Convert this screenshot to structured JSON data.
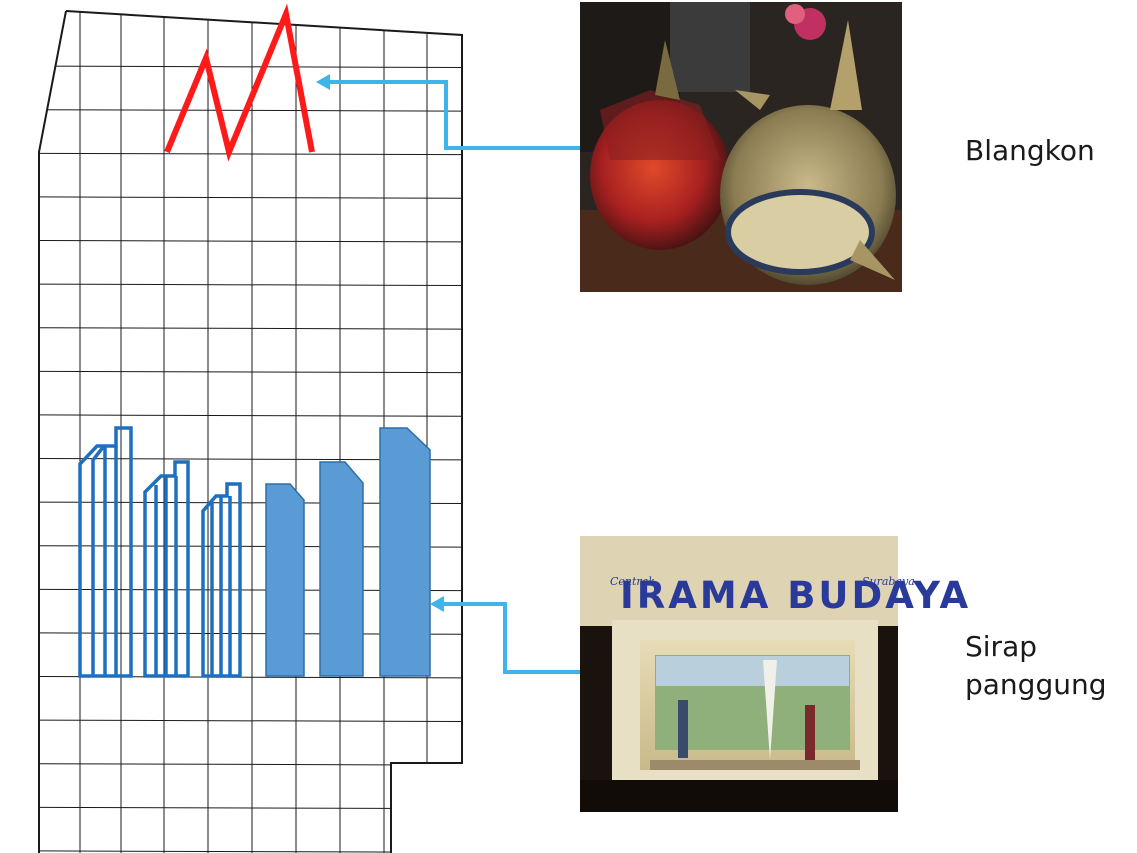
{
  "labels": {
    "blangkon": "Blangkon",
    "sirap_line1": "Sirap",
    "sirap_line2": "panggung"
  },
  "photos": {
    "stage_sign": "IRAMA BUDAYA",
    "stage_sign_small_left": "Centrak",
    "stage_sign_small_right": "Surabaya"
  },
  "colors": {
    "grid_line": "#1a1a1a",
    "blangkon_motif": "#ff1a1a",
    "sirap_outline": "#1f6fbf",
    "sirap_fill": "#5b9bd5",
    "arrow": "#3fb4e8"
  }
}
